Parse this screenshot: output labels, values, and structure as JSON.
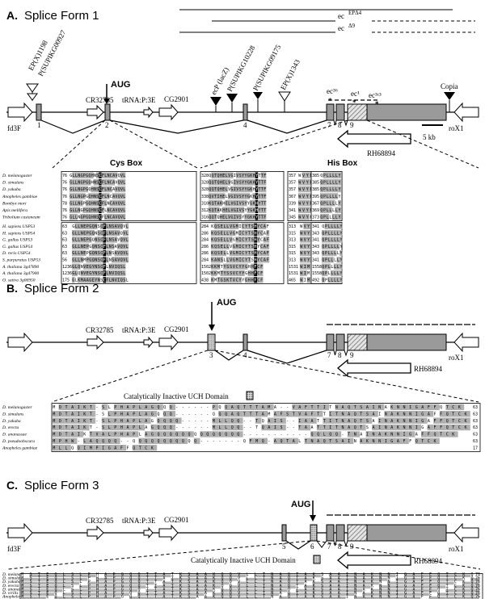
{
  "panels": [
    {
      "letter": "A.",
      "title": "Splice Form 1"
    },
    {
      "letter": "B.",
      "title": "Splice Form 2"
    },
    {
      "letter": "C.",
      "title": "Splice Form 3"
    }
  ],
  "genes": {
    "fd3f": "fd3F",
    "cr32785": "CR32785",
    "trna": "tRNA:P:3E",
    "cg2901": "CG2901",
    "rox1": "roX1",
    "rh68894": "RH68894",
    "copia": "Copia"
  },
  "aug": "AUG",
  "insertions": {
    "ep1198": "EP(X)1198",
    "psup0927": "P(SUPIKG00927",
    "ecp": "ecP (lacZ)",
    "psup10228": "P(SUPIKG10228",
    "psup09175": "P(SUPIKG09175",
    "ep1343": "EP(X)1343"
  },
  "alleles": {
    "ec56": "ec³⁶",
    "ec1": "ec¹",
    "ec3c3": "ec³ᶜ³",
    "ecEP": "ec",
    "ecEPsup": "EPΔ4",
    "ecD9": "ec",
    "ecD9sup": "Δ9"
  },
  "scale": "5 kb",
  "exons": {
    "e1": "1",
    "e2": "2",
    "e3": "3",
    "e4": "4",
    "e5": "5",
    "e6": "6",
    "e7": "7",
    "e8": "8",
    "e9": "9"
  },
  "boxes": {
    "cys": "Cys Box",
    "his": "His Box"
  },
  "uch_label": "Catalytically Inactive UCH Domain",
  "speciesA1": [
    "D. melanogaster",
    "D. simulans",
    "D. yakuba",
    "Anopheles gambiae",
    "Bombyx mori",
    "Apis mellifera",
    "Tribolium castaneum"
  ],
  "speciesA2": [
    "H. sapiens USP53",
    "H. sapiens USP54",
    "G. gallus USP53",
    "G. gallus USP54",
    "D. rerio USP54",
    "S. purpuratus USP53",
    "A. thaliana 3g47890",
    "A. thaliana 3g47900",
    "O. sativa 3g06950"
  ],
  "cysA1": [
    {
      "n": "76",
      "s": "GLLNGPGQHNSCFLNCAVQVL"
    },
    {
      "n": "76",
      "s": "GLLNGPGQHNSCFLNCAVQVL"
    },
    {
      "n": "76",
      "s": "GLLNGPGQHNSCFLNCAVQVL"
    },
    {
      "n": "76",
      "s": "GLLNGPGQHNSCFLNCAVQVL"
    },
    {
      "n": "78",
      "s": "GLLNGPGQHNSCFLNCAVQVL"
    },
    {
      "n": "76",
      "s": "GLLNGPGQHNSCFLNCAVQVL"
    },
    {
      "n": "76",
      "s": "GLLNGPGQHNSCFLNCAVQVL"
    }
  ],
  "hisA1": [
    {
      "n": "328",
      "s": "QQTQHELVGIVSYYGKHYTTF"
    },
    {
      "n": "328",
      "s": "QQTQHELVGIVSYYGKHYTTF"
    },
    {
      "n": "328",
      "s": "QQTQHELVGIVSYYGKHYTTF"
    },
    {
      "n": "338",
      "s": "QVTIHELVGIVSYYGKHYTTF"
    },
    {
      "n": "310",
      "s": "KQTAKHELVGIVSYYGKHYTT"
    },
    {
      "n": "312",
      "s": "KQTAKHELVGIVSYYGKHYTT"
    },
    {
      "n": "316",
      "s": "QQTQHELVGIVSYYGKHYTTF"
    }
  ],
  "dA1": [
    {
      "n": "357",
      "s": "WVYFDDANVK"
    },
    {
      "n": "357",
      "s": "WVYFDDANVK"
    },
    {
      "n": "357",
      "s": "WVYFDDANVK"
    },
    {
      "n": "367",
      "s": "WVYFDDANVK"
    },
    {
      "n": "339",
      "s": "WVYFDDANVK"
    },
    {
      "n": "341",
      "s": "WVYFDDANVK"
    },
    {
      "n": "345",
      "s": "WVYFDDANVK"
    }
  ],
  "lastA1": [
    {
      "n": "385",
      "s": "QPLLLLY"
    },
    {
      "n": "385",
      "s": "QPLLLLY"
    },
    {
      "n": "385",
      "s": "QPLLLLY"
    },
    {
      "n": "395",
      "s": "QPLLLLY"
    },
    {
      "n": "367",
      "s": "QPLLLLY"
    },
    {
      "n": "369",
      "s": "QPLLLLY"
    },
    {
      "n": "373",
      "s": "QPLLLLY"
    }
  ],
  "cysA2": [
    {
      "n": "63",
      "s": "GLLNEPGQNSCFLNSAVQVL"
    },
    {
      "n": "63",
      "s": "GLLNEPGQNSCFLNSAVQVL"
    },
    {
      "n": "63",
      "s": "GLLNEPGQNSCFLNSAVQVL"
    },
    {
      "n": "63",
      "s": "GLLNEPGQNSCFLNSAVQVL"
    },
    {
      "n": "63",
      "s": "GLLNEPGQNSCFLNSAVQVL"
    },
    {
      "n": "56",
      "s": "GLLNMPGQNSCFLNSAVQVL"
    },
    {
      "n": "1236",
      "s": "GLQNVEGYNSCFLNVIQSL"
    },
    {
      "n": "1236",
      "s": "GLQNVEGYNSCFLNVIQSL"
    },
    {
      "n": "175",
      "s": "GLKMAAGEYNSCFLNVIQSL"
    }
  ],
  "hisA2": [
    {
      "n": "284",
      "s": "KQSELLVGMICYTSHYCAF"
    },
    {
      "n": "286",
      "s": "KQSELLVGMICYTSHYCAF"
    },
    {
      "n": "284",
      "s": "KQSELLVGMICYTSHYCAF"
    },
    {
      "n": "286",
      "s": "KQSELLVGMICYTSHYCAF"
    },
    {
      "n": "286",
      "s": "KQSELLVGMICYTSHYCAF"
    },
    {
      "n": "284",
      "s": "KANSLLVGMICYTSHYCAF"
    },
    {
      "n": "1502",
      "s": "KKMTYSSVCYYGHHFCF"
    },
    {
      "n": "1502",
      "s": "KKMTYSSVCYYGHHFCF"
    },
    {
      "n": "438",
      "s": "KMTGSKTVCYYGHHFCF"
    }
  ],
  "dA2": [
    {
      "n": "313",
      "s": "WVYFDDANVK"
    },
    {
      "n": "315",
      "s": "WVYFDDANVK"
    },
    {
      "n": "313",
      "s": "WVYFDDANVK"
    },
    {
      "n": "315",
      "s": "WVYFDDANVK"
    },
    {
      "n": "315",
      "s": "WVYFDDANVK"
    },
    {
      "n": "313",
      "s": "WVYFDDANVK"
    },
    {
      "n": "1531",
      "s": "WIMYDDQTVK"
    },
    {
      "n": "1531",
      "s": "WIMYDDQTVK"
    },
    {
      "n": "465",
      "s": "WIMYDDQTVK"
    }
  ],
  "lastA2": [
    {
      "n": "341",
      "s": "QPLLLLY"
    },
    {
      "n": "343",
      "s": "QPLLLLY"
    },
    {
      "n": "341",
      "s": "QPLLLLY"
    },
    {
      "n": "343",
      "s": "QPLLLLY"
    },
    {
      "n": "343",
      "s": "QPLLLLY"
    },
    {
      "n": "341",
      "s": "QPLLLLY"
    },
    {
      "n": "1558",
      "s": "QPLLLLY"
    },
    {
      "n": "1558",
      "s": "QPLLLLY"
    },
    {
      "n": "492",
      "s": "QPLLLLY"
    }
  ],
  "speciesB": [
    "D. melanogaster",
    "D. simulans",
    "D. yakuba",
    "D. erecta",
    "D. ananassae",
    "D. pseudoobscura",
    "Anopheles gambiae"
  ],
  "seqB": [
    {
      "s": "MDTAIKT-SLPHAPLAGQQQ------PQQAQTTTAMA--VAFTTITNAQTSAINAKNNIGAFFQTCK",
      "e": "63"
    },
    {
      "s": "MDTAIKT-SLPHAPLAGQQQ------QQQAQTTTAMAFSTVAFTTITNAQTSAINAKNNIGAFFQTCK",
      "e": "63"
    },
    {
      "s": "MDTAIKT-SLPHAPLAGQQQQ-----MLLQQ--TQAIS--IAATTITNAQTSAINAKNNIGAFFQTCK",
      "e": "63"
    },
    {
      "s": "MDTAIKT-SLPHAPLAGQQQ------MLLQQ--TQAIS--TAATTITNAQTSAINAKNNIGAFFQTCK",
      "e": "63"
    },
    {
      "s": "MDTAIKTVALPHAPLAGQQQQQQQQQQQQQQ-----------QQLQQ-TNAINAKNNIGAFFQTCK",
      "e": "63"
    },
    {
      "s": "MPHW-LAQQQQ--QQQQQQQQQQQ-------QFMQ-AQTALTNAQTSAINAKNNIGAFFQTCK",
      "e": "63"
    },
    {
      "s": "MLLQQIMPIGAFFQTCK",
      "e": "17"
    }
  ],
  "speciesC": [
    "D. melanogaster",
    "D. simulans",
    "D. yakuba",
    "D. erecta",
    "D. ananassae",
    "D. virilis",
    "Anopheles gambiae"
  ],
  "seqC": [
    {
      "s": "MSTEQLSLPHAPGQQTTATKSAAKQQVLLTNAQTAKSAAINAKNNIGAFFQTCKQ",
      "e": "76"
    },
    {
      "s": "MSTEQLSLPHAPGQQTTATKSAAKQQVLLTNAQTAKSAAINAKNNIGAFFQTCKQ",
      "e": "76"
    },
    {
      "s": "MSTEQLSLPHAPGQQTTATKSAAKQQVLLTNAQTAKSAAINAKNNIGAFFQTCKQ",
      "e": "76"
    },
    {
      "s": "MSTEQLSLPHAPGQQTTATKSAAKQQVLLTNAQTAKSAAINAKNNIGAFFQTCKQ",
      "e": "76"
    },
    {
      "s": "MSTEQLSLPHAPGQQTTATKSAAKQQVLLTNAQTAKSAAINAKNNIGAFFQTCKQ",
      "e": "76"
    },
    {
      "s": "MSTEQLSLPHAPGQQTTATKSAAKQQVLLTNAQTAKSAAINAKNNIGAFFQTCKQ",
      "e": "76"
    },
    {
      "s": "MSTEQLSLPHAPGQQTTATKSAAKQQVLLTNAQTAKSAAINAKNNIGAFFQTCKQ",
      "e": "76"
    }
  ]
}
